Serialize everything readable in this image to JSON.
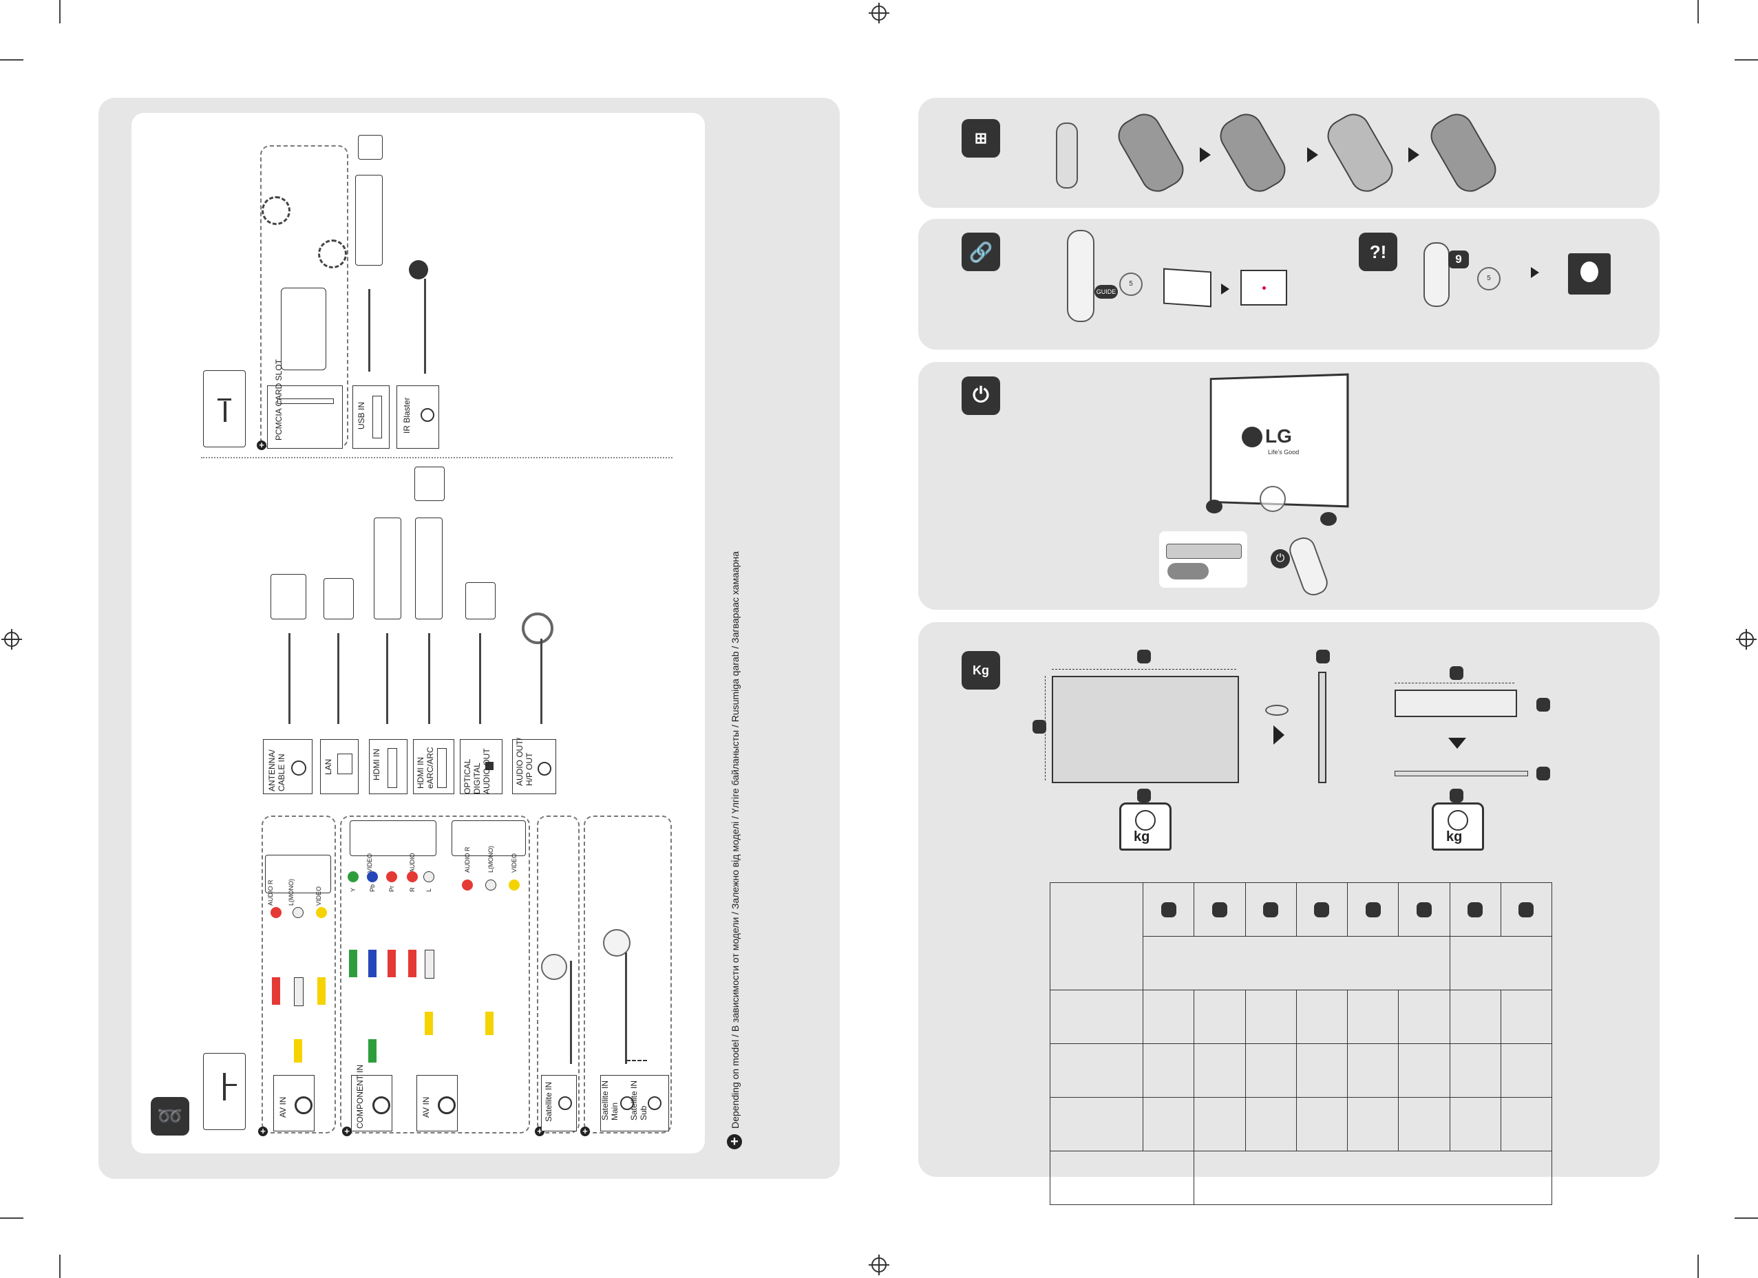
{
  "left_panel": {
    "footnote": "Depending on model / В зависимости от модели / Залежно від моделі / Үлгіге байланысты / Rusumiga qarab / Загвараас хамаарна",
    "ports_top": [
      {
        "label": "PCMCIA CARD SLOT"
      },
      {
        "label": "USB IN"
      },
      {
        "label": "IR Blaster"
      }
    ],
    "ports_middle": [
      {
        "label": "ANTENNA/ CABLE IN"
      },
      {
        "label": "LAN"
      },
      {
        "label": "HDMI IN"
      },
      {
        "label": "HDMI IN eARC/ARC"
      },
      {
        "label": "OPTICAL DIGITAL AUDIO OUT"
      },
      {
        "label": "AUDIO OUT/ H/P OUT"
      }
    ],
    "ports_bottom": [
      {
        "label": "AV IN"
      },
      {
        "label": "COMPONENT IN"
      },
      {
        "label": "AV IN"
      },
      {
        "label": "Satellite IN"
      },
      {
        "label": "Satellite IN Main"
      },
      {
        "label": "Satellite IN Sub"
      }
    ],
    "jack_labels": {
      "av1": [
        "AUDIO R",
        "L(MONO)",
        "VIDEO"
      ],
      "component": [
        "Y",
        "Pb",
        "Pr",
        "R",
        "L"
      ],
      "component_groups": [
        "VIDEO",
        "AUDIO"
      ],
      "av2": [
        "AUDIO R",
        "L(MONO)",
        "VIDEO"
      ]
    }
  },
  "right_panel": {
    "remote_button_label": "GUIDE",
    "support_number": "9",
    "timer_label": "5",
    "tv_brand": "LG",
    "tv_tagline": "Life's Good",
    "weight_unit": "kg",
    "weight_icon_text": "Kg"
  },
  "colors": {
    "panel_bg": "#e6e6e6",
    "icon_bg": "#333333",
    "rca_red": "#e53935",
    "rca_white": "#eeeeee",
    "rca_yellow": "#f5d300",
    "comp_green": "#2e9e3c",
    "comp_blue": "#2446b8",
    "arrow_green": "#3cb44b"
  }
}
